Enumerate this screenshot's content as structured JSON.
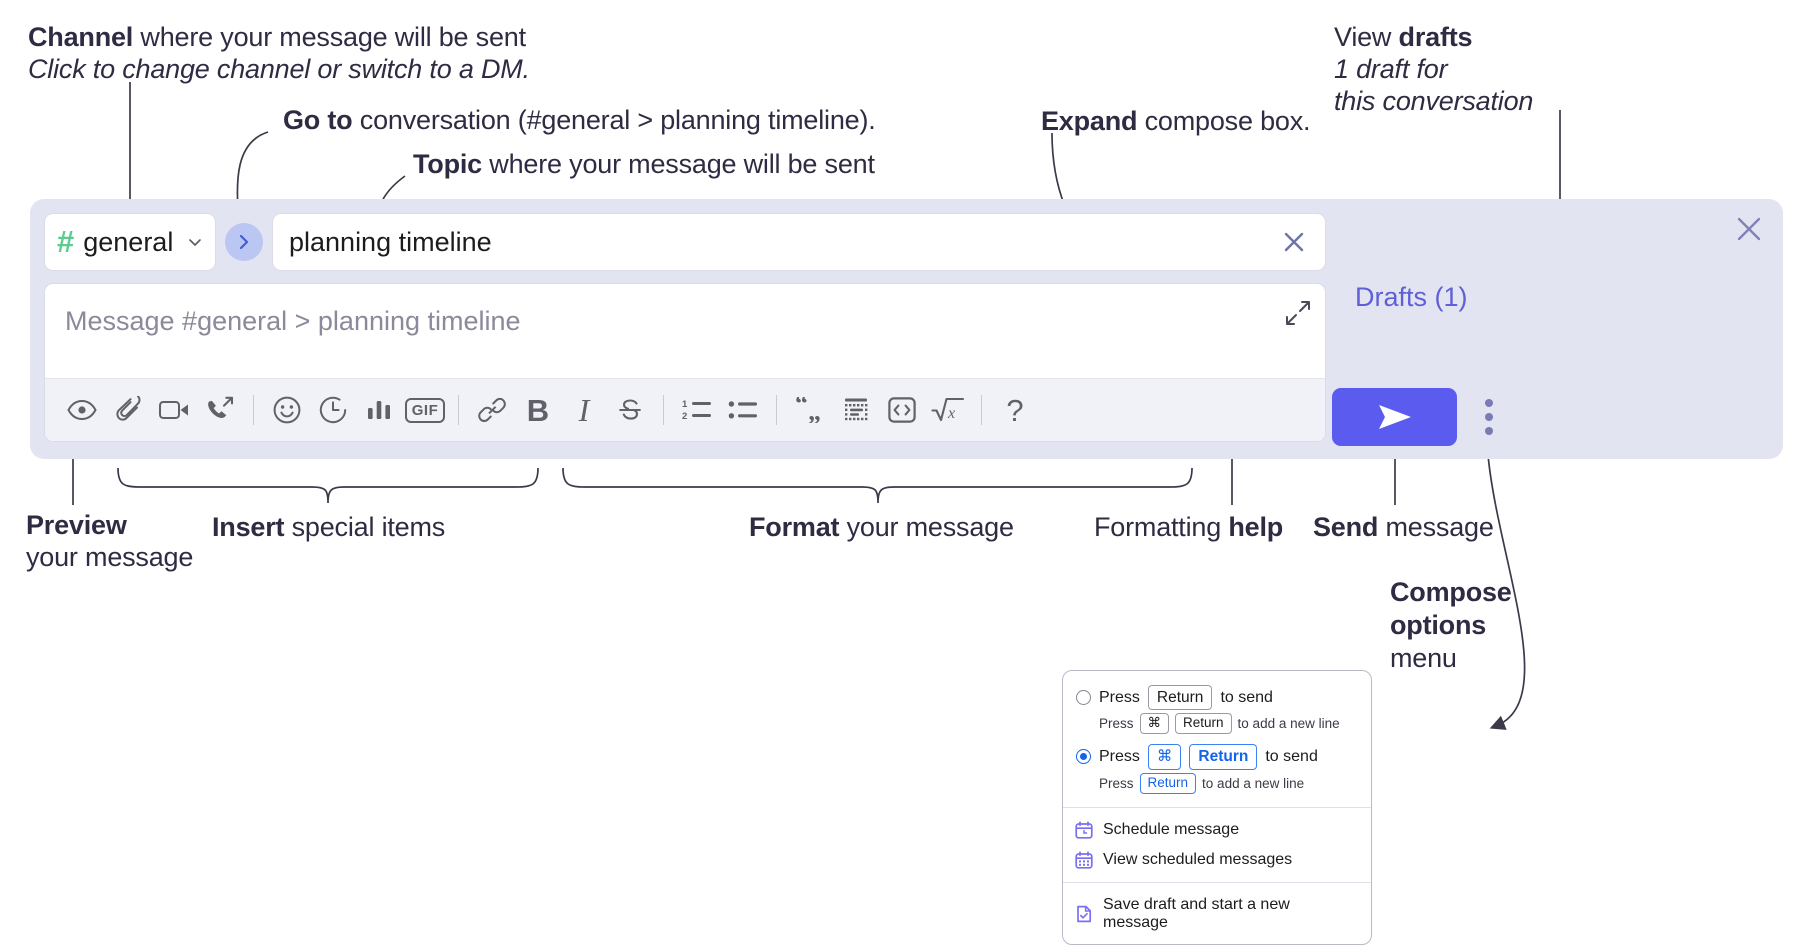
{
  "annotations": {
    "channel": {
      "bold": "Channel",
      "rest": " where your message will be sent",
      "italic": "Click to change channel or switch to a DM."
    },
    "goto": {
      "bold": "Go to",
      "rest": " conversation (#general > planning timeline)."
    },
    "topic": {
      "bold": "Topic",
      "rest": " where your message will be sent"
    },
    "expand": {
      "bold": "Expand",
      "rest": " compose box."
    },
    "drafts": {
      "plain": "View ",
      "bold": "drafts",
      "italic1": "1 draft for",
      "italic2": "this conversation"
    },
    "preview": {
      "bold": "Preview",
      "line2": "your message"
    },
    "insert": {
      "bold": "Insert",
      "rest": " special items"
    },
    "format": {
      "bold": "Format",
      "rest": " your message"
    },
    "help": {
      "plain": "Formatting ",
      "bold": "help"
    },
    "send": {
      "bold": "Send",
      "rest": " message"
    },
    "compose_options": {
      "bold1": "Compose",
      "bold2": "options",
      "plain": "menu"
    }
  },
  "compose": {
    "channel_picker": {
      "hash": "#",
      "name": "general",
      "chevron": "chevron-down-icon"
    },
    "goto_button_icon": "chevron-right-icon",
    "topic_field": {
      "value": "planning timeline",
      "clear_icon": "close-icon"
    },
    "message_box": {
      "placeholder": "Message #general > planning timeline",
      "expand_icon": "expand-icon"
    },
    "drafts_label": "Drafts (1)",
    "panel_close_icon": "close-icon",
    "send_button_icon": "send-paper-plane-icon",
    "kebab_icon": "more-vertical-icon",
    "toolbar": [
      {
        "name": "preview-button",
        "icon": "eye-icon",
        "kind": "svg"
      },
      {
        "name": "attach-button",
        "icon": "paperclip-icon",
        "kind": "svg"
      },
      {
        "name": "video-button",
        "icon": "video-camera-icon",
        "kind": "svg"
      },
      {
        "name": "huddle-button",
        "icon": "phone-outgoing-icon",
        "kind": "svg"
      },
      {
        "name": "divider-1",
        "icon": "divider",
        "kind": "divider"
      },
      {
        "name": "emoji-button",
        "icon": "smiley-icon",
        "kind": "svg"
      },
      {
        "name": "reminder-button",
        "icon": "clock-icon",
        "kind": "svg"
      },
      {
        "name": "poll-button",
        "icon": "bar-chart-icon",
        "kind": "svg"
      },
      {
        "name": "gif-button",
        "icon": "gif-icon",
        "kind": "gif",
        "label": "GIF"
      },
      {
        "name": "divider-2",
        "icon": "divider",
        "kind": "divider"
      },
      {
        "name": "link-button",
        "icon": "link-icon",
        "kind": "svg"
      },
      {
        "name": "bold-button",
        "icon": "bold-icon",
        "kind": "glyph",
        "label": "B"
      },
      {
        "name": "italic-button",
        "icon": "italic-icon",
        "kind": "glyph",
        "label": "I"
      },
      {
        "name": "strikethrough-button",
        "icon": "strikethrough-icon",
        "kind": "svg"
      },
      {
        "name": "divider-3",
        "icon": "divider",
        "kind": "divider"
      },
      {
        "name": "ordered-list-button",
        "icon": "ordered-list-icon",
        "kind": "svg"
      },
      {
        "name": "bullet-list-button",
        "icon": "bullet-list-icon",
        "kind": "svg"
      },
      {
        "name": "divider-4",
        "icon": "divider",
        "kind": "divider"
      },
      {
        "name": "blockquote-button",
        "icon": "quote-icon",
        "kind": "glyph",
        "label": "“„"
      },
      {
        "name": "code-button",
        "icon": "code-inline-icon",
        "kind": "svg"
      },
      {
        "name": "code-block-button",
        "icon": "code-block-icon",
        "kind": "svg"
      },
      {
        "name": "math-button",
        "icon": "square-root-icon",
        "kind": "svg"
      },
      {
        "name": "divider-5",
        "icon": "divider",
        "kind": "divider"
      },
      {
        "name": "help-button",
        "icon": "question-mark-icon",
        "kind": "glyph",
        "label": "?"
      }
    ]
  },
  "menu": {
    "option1": {
      "press": "Press",
      "key": "Return",
      "tail": "to send",
      "sub_press": "Press",
      "sub_key1": "⌘",
      "sub_key2": "Return",
      "sub_tail": "to add a new line",
      "selected": false
    },
    "option2": {
      "press": "Press",
      "key1": "⌘",
      "key2": "Return",
      "tail": "to send",
      "sub_press": "Press",
      "sub_key": "Return",
      "sub_tail": "to add a new line",
      "selected": true
    },
    "items": [
      {
        "label": "Schedule message",
        "icon": "calendar-clock-icon"
      },
      {
        "label": "View scheduled messages",
        "icon": "calendar-grid-icon"
      },
      {
        "label": "Save draft and start a new message",
        "icon": "document-check-icon"
      }
    ]
  },
  "colors": {
    "panel_bg": "#e3e4f2",
    "send_purple": "#5b5bf0",
    "drafts_link": "#5f5fd6",
    "hash_green": "#5ccb8f",
    "goto_circle": "#bcc6f2",
    "menu_accent_blue": "#1264e8",
    "menu_icon_purple": "#7a6ff0",
    "text_dark": "#2e2c42"
  }
}
